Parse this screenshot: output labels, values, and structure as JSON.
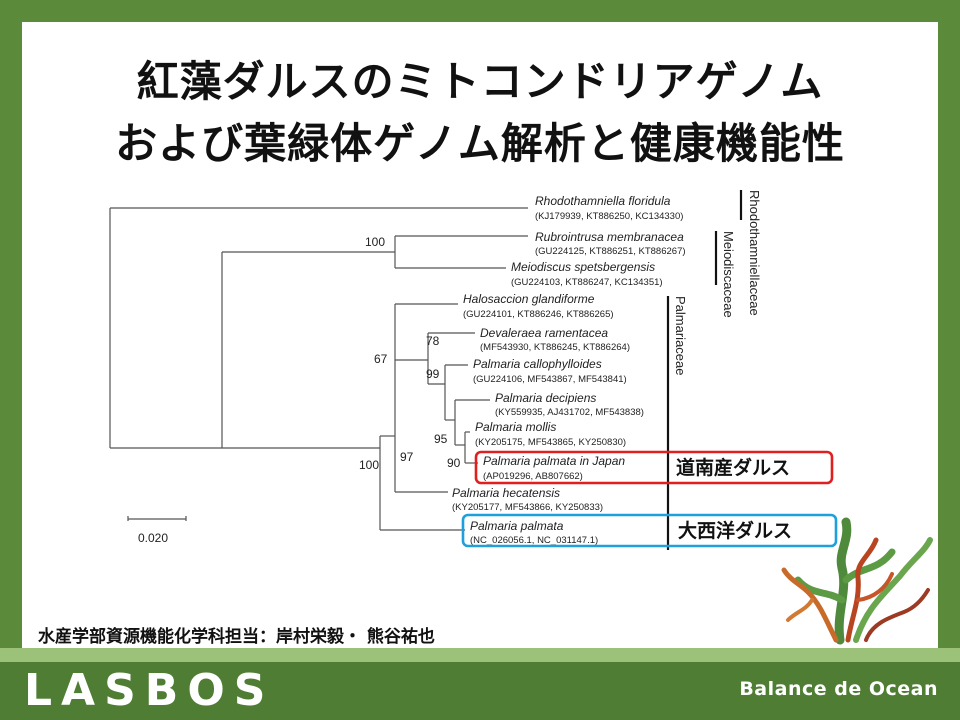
{
  "title": {
    "line1": "紅藻ダルスのミトコンドリアゲノム",
    "line2": "および葉緑体ゲノム解析と健康機能性"
  },
  "tree": {
    "taxa": [
      {
        "name": "Rhodothamniella floridula",
        "acc": "(KJ179939, KT886250, KC134330)"
      },
      {
        "name": "Rubrointrusa membranacea",
        "acc": "(GU224125, KT886251, KT886267)"
      },
      {
        "name": "Meiodiscus spetsbergensis",
        "acc": "(GU224103, KT886247, KC134351)"
      },
      {
        "name": "Halosaccion glandiforme",
        "acc": "(GU224101, KT886246, KT886265)"
      },
      {
        "name": "Devaleraea ramentacea",
        "acc": "(MF543930, KT886245, KT886264)"
      },
      {
        "name": "Palmaria callophylloides",
        "acc": "(GU224106, MF543867, MF543841)"
      },
      {
        "name": "Palmaria decipiens",
        "acc": "(KY559935, AJ431702, MF543838)"
      },
      {
        "name": "Palmaria mollis",
        "acc": "(KY205175, MF543865, KY250830)"
      },
      {
        "name": "Palmaria palmata in Japan",
        "acc": "(AP019296, AB807662)"
      },
      {
        "name": "Palmaria hecatensis",
        "acc": "(KY205177, MF543866, KY250833)"
      },
      {
        "name": "Palmaria palmata",
        "acc": "(NC_026056.1, NC_031147.1)"
      }
    ],
    "bootstrap": {
      "b100_top": "100",
      "b67": "67",
      "b78": "78",
      "b99": "99",
      "b95": "95",
      "b90": "90",
      "b97": "97",
      "b100_bottom": "100"
    },
    "scale_label": "0.020",
    "families": {
      "rhodothamniellaceae": "Rhodothamniellaceae",
      "meiodiscaceae": "Meiodiscaceae",
      "palmariaceae": "Palmariaceae"
    },
    "highlights": {
      "japan": {
        "label": "道南産ダルス",
        "color": "#e02020"
      },
      "atlantic": {
        "label": "大西洋ダルス",
        "color": "#1ea0dc"
      }
    }
  },
  "author": "水産学部資源機能化学科担当：岸村栄毅・ 熊谷祐也",
  "footer": {
    "logo": "LASBOS",
    "slogan": "Balance de Ocean"
  },
  "colors": {
    "frame_green": "#5a8a3a",
    "footer_green": "#4e7d33",
    "stripe_green": "#9cc27a"
  }
}
